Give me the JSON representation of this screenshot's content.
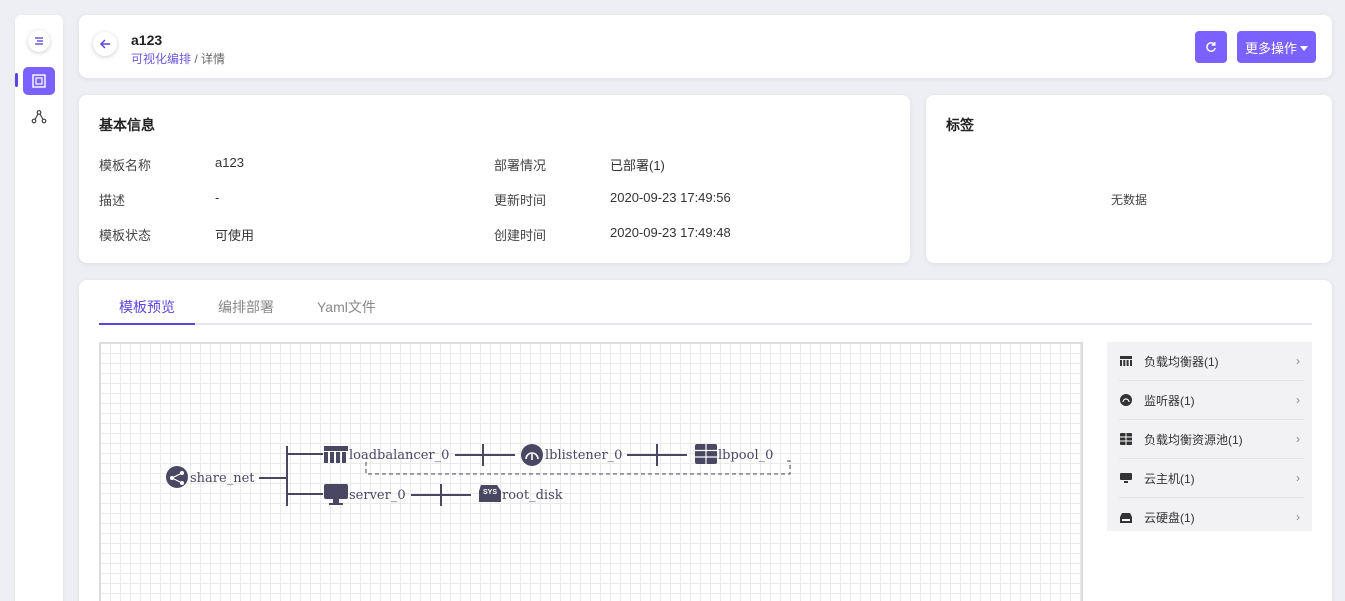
{
  "header": {
    "title": "a123",
    "crumb_link": "可视化编排",
    "crumb_sep": " / ",
    "crumb_current": "详情",
    "more_label": "更多操作"
  },
  "basic_info": {
    "title": "基本信息",
    "rows": [
      {
        "key": "模板名称",
        "value": "a123"
      },
      {
        "key": "描述",
        "value": "-"
      },
      {
        "key": "模板状态",
        "value": "可使用"
      },
      {
        "key": "部署情况",
        "value": "已部署(1)"
      },
      {
        "key": "更新时间",
        "value": "2020-09-23 17:49:56"
      },
      {
        "key": "创建时间",
        "value": "2020-09-23 17:49:48"
      }
    ]
  },
  "tags": {
    "title": "标签",
    "empty_text": "无数据"
  },
  "tabs": [
    {
      "label": "模板预览",
      "active": true
    },
    {
      "label": "编排部署",
      "active": false
    },
    {
      "label": "Yaml文件",
      "active": false
    }
  ],
  "topology": {
    "nodes": {
      "share_net": "share_net",
      "loadbalancer": "loadbalancer_0",
      "lblistener": "lblistener_0",
      "lbpool": "lbpool_0",
      "server": "server_0",
      "root_disk": "root_disk",
      "sys_badge": "SYS"
    }
  },
  "resources": [
    {
      "label": "负载均衡器(1)",
      "icon": "loadbalancer-icon"
    },
    {
      "label": "监听器(1)",
      "icon": "listener-icon"
    },
    {
      "label": "负载均衡资源池(1)",
      "icon": "pool-icon"
    },
    {
      "label": "云主机(1)",
      "icon": "server-icon"
    },
    {
      "label": "云硬盘(1)",
      "icon": "disk-icon"
    }
  ],
  "colors": {
    "accent": "#7b61ff",
    "accent_dark": "#5b45e0",
    "node": "#4a4763"
  }
}
